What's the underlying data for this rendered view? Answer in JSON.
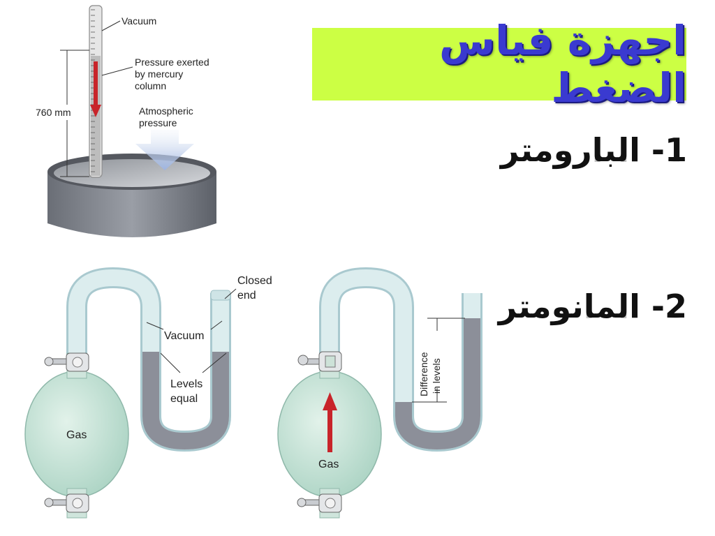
{
  "title": "اجهزة فياس الضغط",
  "items": [
    {
      "label": "1- البارومتر"
    },
    {
      "label": "2- المانومتر"
    }
  ],
  "barometer": {
    "vacuum_label": "Vacuum",
    "mercury_label_1": "Pressure exerted",
    "mercury_label_2": "by mercury",
    "mercury_label_3": "column",
    "height_label": "760 mm",
    "atm_label_1": "Atmospheric",
    "atm_label_2": "pressure"
  },
  "closed_manometer": {
    "closed_label_1": "Closed",
    "closed_label_2": "end",
    "vacuum_label": "Vacuum",
    "levels_label_1": "Levels",
    "levels_label_2": "equal",
    "gas_label": "Gas"
  },
  "open_manometer": {
    "diff_label_1": "Difference",
    "diff_label_2": "in levels",
    "gas_label": "Gas"
  },
  "colors": {
    "title_bg": "#ccff44",
    "title_text": "#3a3ad0",
    "mercury_red": "#c8242a",
    "glass": "#cfe6e8",
    "gas_fill": "#c8e4d8",
    "dish": "#7a7e86"
  }
}
